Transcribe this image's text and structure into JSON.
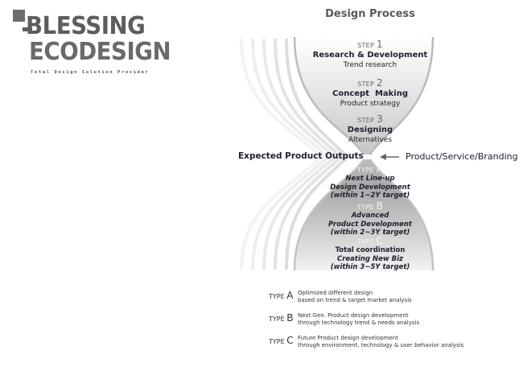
{
  "logo": {
    "line1": "BLESSING",
    "line2": "ECODESIGN",
    "tagline": "Total Design Solution Provider"
  },
  "title": "Design Process",
  "steps": [
    {
      "prefix": "STEP",
      "number": "1",
      "title": "Research & Development",
      "subtitle": "Trend research"
    },
    {
      "prefix": "STEP",
      "number": "2",
      "title": "Concept  Making",
      "subtitle": "Product strategy"
    },
    {
      "prefix": "STEP",
      "number": "3",
      "title": "Designing",
      "subtitle": "Alternatives"
    }
  ],
  "side_labels": {
    "left": "Expected Product Outputs",
    "right": "Product/Service/Branding"
  },
  "types": [
    {
      "prefix": "TYPE",
      "letter": "A",
      "lines": [
        "Next Line-up",
        "Design Development",
        "(within 1~2Y target)"
      ]
    },
    {
      "prefix": "TYPE",
      "letter": "B",
      "lines": [
        "Advanced",
        "Product Development",
        "(within 2~3Y target)"
      ]
    },
    {
      "prefix": "TYPE",
      "letter": "C",
      "lines": [
        "Total coordination",
        "Creating New Biz",
        "(within 3~5Y target)"
      ]
    }
  ],
  "legend": [
    {
      "prefix": "TYPE",
      "letter": "A",
      "line1": "Optimized different design",
      "line2": "based on trend & target market analysis"
    },
    {
      "prefix": "TYPE",
      "letter": "B",
      "line1": "Next Gen. Product design development",
      "line2": "through technology trend & needs analysis"
    },
    {
      "prefix": "TYPE",
      "letter": "C",
      "line1": "Future Product design development",
      "line2": "through environment, technology & user behavior analysis"
    }
  ],
  "colors": {
    "logo_gray": "#5d5d5d",
    "text_dark": "#1f1f2e",
    "hourglass_top": "#e9e9e9",
    "hourglass_bottom": "#9a9a9a",
    "divider": "#555555"
  }
}
